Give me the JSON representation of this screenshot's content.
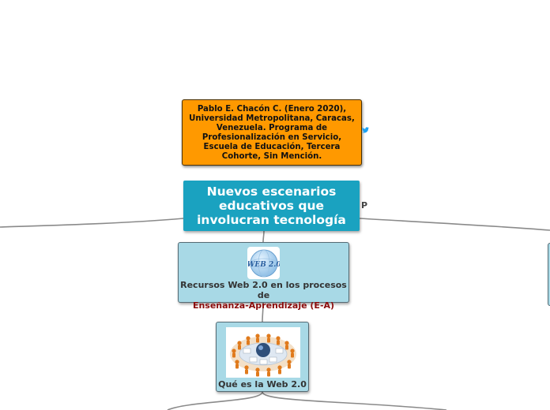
{
  "author_note": {
    "text": "Pablo E. Chacón C. (Enero 2020), Universidad Metropolitana, Caracas, Venezuela. Programa de Profesionalización en Servicio, Escuela de Educación, Tercera Cohorte, Sin Mención.",
    "icon": "twitter-icon"
  },
  "central_topic": {
    "text": "Nuevos escenarios educativos que involucran tecnología",
    "marker": "P"
  },
  "web20_node": {
    "label_prefix": "Recursos Web 2.0 en los procesos de",
    "label_emphasis": "Enseñanza-Aprendizaje (E-A)",
    "logo_text": "WEB 2.0",
    "icon": "web20-logo-icon"
  },
  "que_node": {
    "label": "Qué es la Web 2.0",
    "icon": "web20-network-image"
  },
  "colors": {
    "author_bg": "#ff9900",
    "central_bg": "#1aa2c0",
    "subtopic_bg": "#a8d9e6",
    "emphasis": "#8b0c0c",
    "connector": "#8a8a8a"
  }
}
